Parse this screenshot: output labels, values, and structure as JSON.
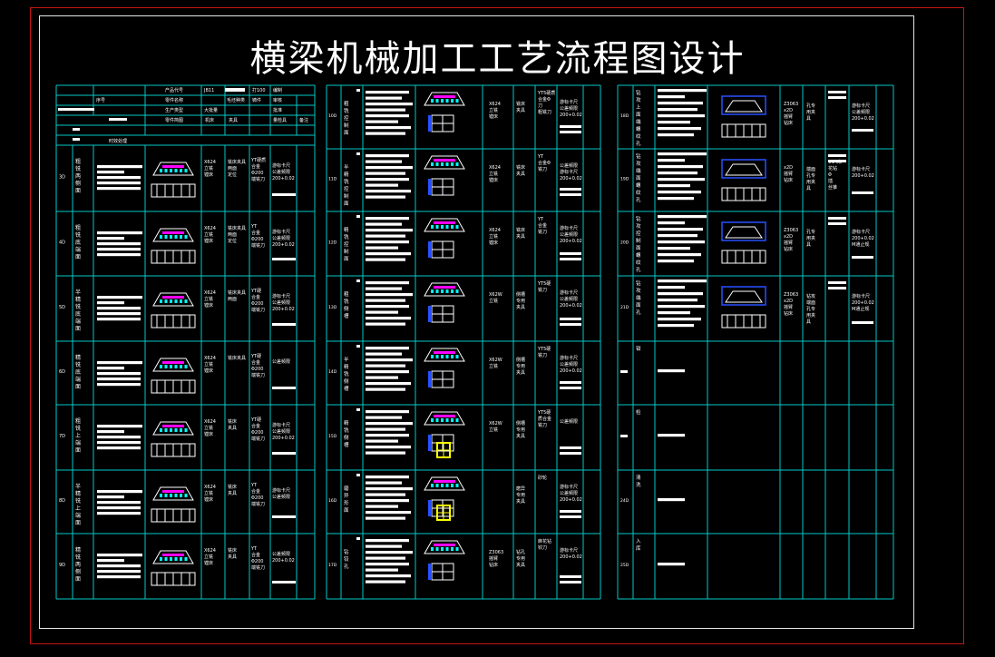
{
  "title": "横梁机械加工工艺流程图设计",
  "colors": {
    "grid": "#00c8c8",
    "text": "#ffffff",
    "blue": "#2850ff",
    "magenta": "#ff00ff",
    "yellow": "#ffff00",
    "border": "#c81414"
  },
  "header": {
    "r1": [
      "产品代号",
      "JB11",
      "打100",
      "编制"
    ],
    "r2": [
      "序号",
      "零件名称",
      "毛坯种类",
      "铸件",
      "审核"
    ],
    "r3": [
      "生产类型",
      "大批量",
      "批准"
    ],
    "r4": [
      "零件简图",
      "机床",
      "夹具",
      "量检具",
      "备注"
    ],
    "r5": [
      "时效处理"
    ]
  },
  "panel1": {
    "steps": [
      {
        "no": "3D",
        "name": "粗铣两侧面",
        "machine": "X624\n立铣\n镗床",
        "fixture": "铣床夹具\n两面\n定位",
        "tool": "YT硬质\n合金\nΦ200\n端铣刀",
        "gauge": "游标卡尺\n公差频限\n200+0.02"
      },
      {
        "no": "4D",
        "name": "粗铣底端面",
        "machine": "X624\n立铣\n镗床",
        "fixture": "铣床夹具\n两面\n定位",
        "tool": "YT\n合金\nΦ200\n端铣刀",
        "gauge": "游标卡尺\n公差频限\n200+0.02"
      },
      {
        "no": "5D",
        "name": "半精铣底端面",
        "machine": "X624\n立铣\n镗床",
        "fixture": "铣床夹具\n两面",
        "tool": "YT硬\n合金\nΦ200\n端铣刀",
        "gauge": "游标卡尺\n公差频限\n200+0.02"
      },
      {
        "no": "6D",
        "name": "精铣底端面",
        "machine": "X624\n立铣\n镗床",
        "fixture": "铣床夹具",
        "tool": "YT硬\n合金\nΦ200\n端铣刀",
        "gauge": "公差频限"
      },
      {
        "no": "7D",
        "name": "粗铣上端面",
        "machine": "X624\n立铣\n镗床",
        "fixture": "铣床\n夹具",
        "tool": "YT硬\n合金\nΦ200\n端铣刀",
        "gauge": "游标卡尺\n公差频限\n200+0.02"
      },
      {
        "no": "8D",
        "name": "半精铣上端面",
        "machine": "X624\n立铣\n镗床",
        "fixture": "铣床\n夹具",
        "tool": "YT\n合金\nΦ200\n端铣刀",
        "gauge": "游标卡尺\n公差频限"
      },
      {
        "no": "9D",
        "name": "精铣两侧面",
        "machine": "X624\n立铣\n镗床",
        "fixture": "铣床\n夹具",
        "tool": "YT\n合金\nΦ200\n端铣刀",
        "gauge": "公差频限\n200+0.02"
      }
    ]
  },
  "panel2": {
    "steps": [
      {
        "no": "10D",
        "name": "粗铣控制面",
        "machine": "X624\n立铣\n镗床",
        "fixture": "铣床\n夹具",
        "tool": "YT5硬质\n合金Φ\n刀\n粗铣刀",
        "gauge": "游标卡尺\n公差频限\n200+0.02"
      },
      {
        "no": "11D",
        "name": "半精铣控制面",
        "machine": "X624\n立铣\n镗床",
        "fixture": "铣床\n夹具",
        "tool": "YT\n合金Φ\n铣刀",
        "gauge": "公差频限\n游标卡尺\n200+0.02"
      },
      {
        "no": "12D",
        "name": "精铣控制面",
        "machine": "X624\n立铣\n镗床",
        "fixture": "铣床\n夹具",
        "tool": "YT\n合金\n铣刀",
        "gauge": "游标卡尺\n公差频限\n200+0.02"
      },
      {
        "no": "13D",
        "name": "粗铣侧槽",
        "machine": "X62W\n立铣",
        "fixture": "侧槽\n专用\n夹具",
        "tool": "YT5硬\n铣刀",
        "gauge": "游标卡尺\n公差频限\n200+0.02"
      },
      {
        "no": "14D",
        "name": "半精铣侧槽",
        "machine": "X62W\n立铣",
        "fixture": "侧槽\n专用\n夹具",
        "tool": "YT5硬\n铣刀",
        "gauge": "游标卡尺\n公差频限\n200+0.02"
      },
      {
        "no": "15D",
        "name": "精铣侧槽",
        "machine": "X62W\n立铣",
        "fixture": "侧槽\n专用\n夹具",
        "tool": "YT5硬\n质合金\n铣刀",
        "gauge": "公差频限"
      },
      {
        "no": "16D",
        "name": "磨异形面",
        "machine": "",
        "fixture": "磨异\n专用\n夹具",
        "tool": "砂轮",
        "gauge": "游标卡尺\n公差频限\n200+0.02"
      },
      {
        "no": "17D",
        "name": "钻铰孔",
        "machine": "Z3063\n摇臂\n钻床",
        "fixture": "钻孔\n专用\n夹具",
        "tool": "麻花钻\n铰刀",
        "gauge": "游标卡尺\n200+0.02"
      }
    ]
  },
  "panel3": {
    "steps": [
      {
        "no": "18D",
        "name": "钻攻上面端螺纹孔",
        "machine": "Z3063\nx2D\n摇臂\n钻床",
        "fixture": "孔专\n用夹\n具",
        "tool": "",
        "gauge": "游标卡尺\n公差频限\n200+0.02"
      },
      {
        "no": "19D",
        "name": "钻攻端面螺纹孔",
        "machine": "x2D\n摇臂\n钻床",
        "fixture": "端面\n孔专\n用夹\n具",
        "tool": "Φ14麻\n花钻\nΦ\n插\n丝锥",
        "gauge": "游标卡尺\n200+0.02"
      },
      {
        "no": "20D",
        "name": "钻攻控制面螺纹孔",
        "machine": "Z3063\nx2D\n摇臂\n钻床",
        "fixture": "孔专\n用夹\n具",
        "tool": "",
        "gauge": "游标卡尺\n200+0.02\nM通止规"
      },
      {
        "no": "21D",
        "name": "钻攻端面孔",
        "machine": "Z3063\nx2D\n摇臂\n钻床",
        "fixture": "钻攻\n端面\n孔专\n用夹\n具",
        "tool": "",
        "gauge": "游标卡尺\n200+0.02\nM通止规"
      },
      {
        "no": "",
        "name": "钳",
        "machine": "",
        "fixture": "",
        "tool": "",
        "gauge": ""
      },
      {
        "no": "",
        "name": "检",
        "machine": "",
        "fixture": "",
        "tool": "",
        "gauge": ""
      },
      {
        "no": "24D",
        "name": "清洗",
        "machine": "",
        "fixture": "",
        "tool": "",
        "gauge": ""
      },
      {
        "no": "25D",
        "name": "入库",
        "machine": "",
        "fixture": "",
        "tool": "",
        "gauge": ""
      }
    ]
  }
}
